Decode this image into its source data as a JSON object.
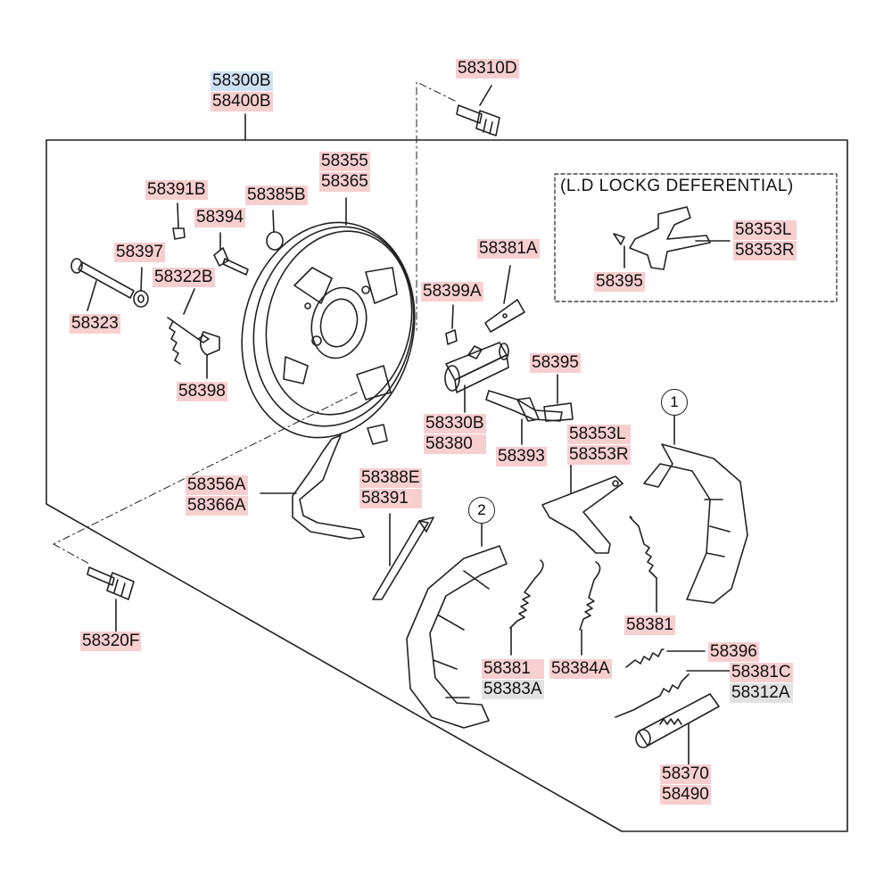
{
  "inset": {
    "title": "(L.D LOCKG DEFERENTIAL)"
  },
  "callouts": {
    "one": "1",
    "two": "2"
  },
  "labels": {
    "assy_a": "58300B",
    "assy_b": "58400B",
    "bolt_top": "58310D",
    "drum_a": "58355",
    "drum_b": "58365",
    "p58391B": "58391B",
    "p58385B": "58385B",
    "p58394": "58394",
    "p58397": "58397",
    "p58322B": "58322B",
    "p58323": "58323",
    "p58398": "58398",
    "p58381A": "58381A",
    "p58399A": "58399A",
    "p58395_mid": "58395",
    "cyl_a": "58330B",
    "cyl_b": "58380",
    "p58393": "58393",
    "lever_mid_a": "58353L",
    "lever_mid_b": "58353R",
    "inset_lever_a": "58353L",
    "inset_lever_b": "58353R",
    "p58395_inset": "58395",
    "strut_a": "58356A",
    "strut_b": "58366A",
    "pin_a": "58388E",
    "pin_b": "58391",
    "p58381_right": "58381",
    "spring_a": "58381",
    "spring_b": "58383A",
    "p58384A": "58384A",
    "p58396": "58396",
    "adj_a": "58381C",
    "adj_b": "58312A",
    "screw_a": "58370",
    "screw_b": "58490",
    "bolt_bottom": "58320F"
  }
}
